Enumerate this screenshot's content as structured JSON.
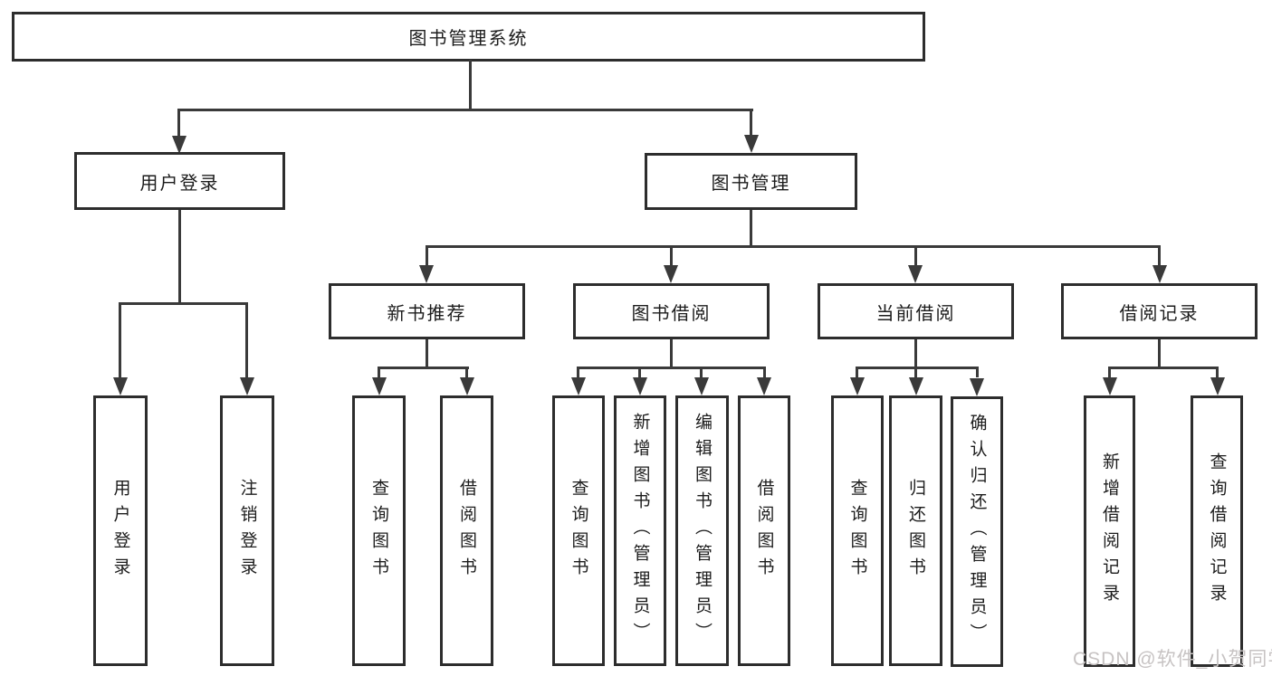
{
  "diagram": {
    "root": {
      "label": "图书管理系统"
    },
    "level2": [
      {
        "id": "user-login",
        "label": "用户登录"
      },
      {
        "id": "book-management",
        "label": "图书管理"
      }
    ],
    "level3": [
      {
        "id": "new-book-recommend",
        "label": "新书推荐"
      },
      {
        "id": "book-borrow",
        "label": "图书借阅"
      },
      {
        "id": "current-borrow",
        "label": "当前借阅"
      },
      {
        "id": "borrow-records",
        "label": "借阅记录"
      }
    ],
    "leaves": {
      "user_login": [
        {
          "label": "用户登录"
        },
        {
          "label": "注销登录"
        }
      ],
      "new_book": [
        {
          "label": "查询图书"
        },
        {
          "label": "借阅图书"
        }
      ],
      "book_borrow": [
        {
          "label": "查询图书"
        },
        {
          "label": "新增图书（管理员）"
        },
        {
          "label": "编辑图书（管理员）"
        },
        {
          "label": "借阅图书"
        }
      ],
      "current_borrow": [
        {
          "label": "查询图书"
        },
        {
          "label": "归还图书"
        },
        {
          "label": "确认归还（管理员）"
        }
      ],
      "borrow_records": [
        {
          "label": "新增借阅记录"
        },
        {
          "label": "查询借阅记录"
        }
      ]
    }
  },
  "watermark": "CSDN @软件_小贺同学",
  "colors": {
    "line": "#3a3a3a",
    "box_border": "#2d2d2d",
    "text": "#1c1c1c",
    "watermark": "#c7c3c3",
    "background": "#ffffff"
  }
}
